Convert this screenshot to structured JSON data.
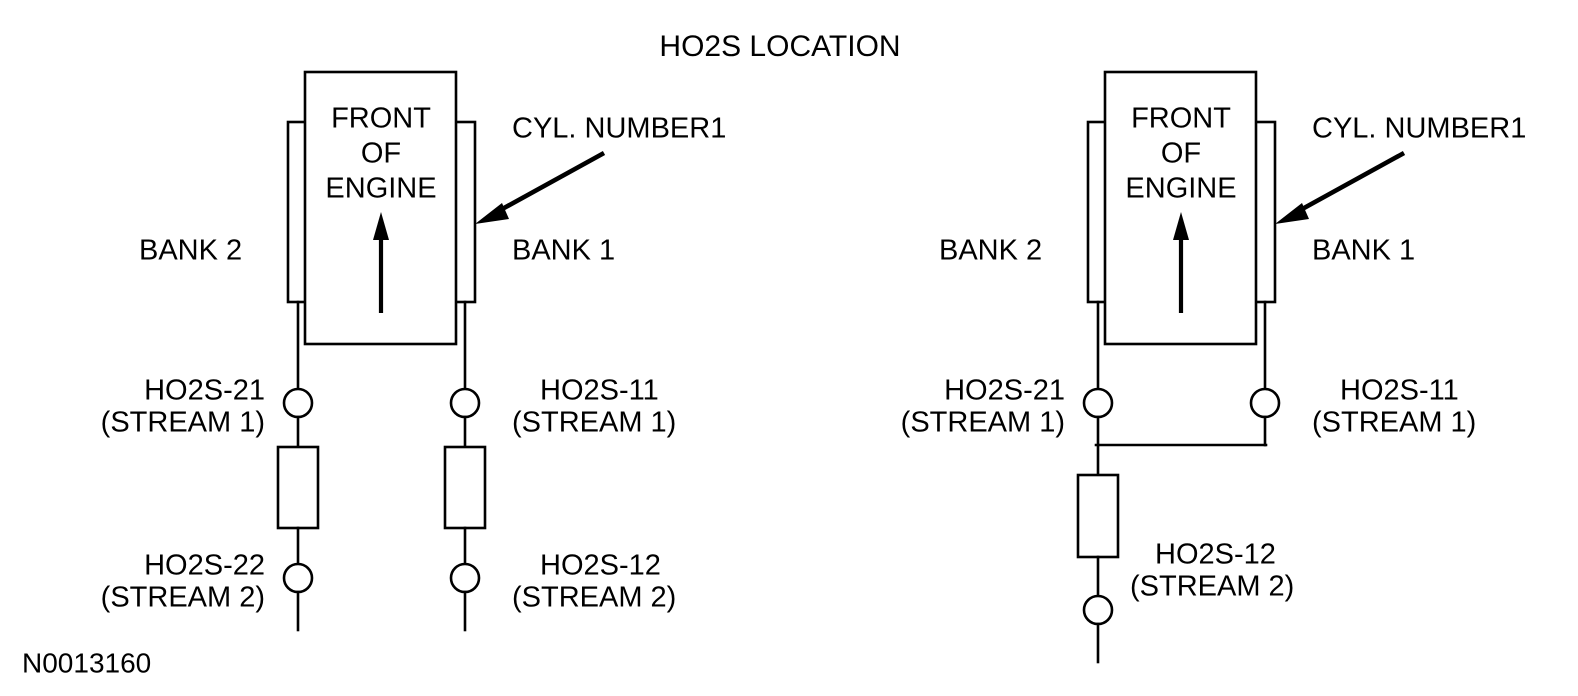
{
  "figure": {
    "title": "HO2S LOCATION",
    "figure_id": "N0013160"
  },
  "diagrams": [
    {
      "id": "dual-converter",
      "engine_block": {
        "line1": "FRONT",
        "line2": "OF",
        "line3": "ENGINE",
        "direction_arrow": "up-arrow-icon"
      },
      "callout": {
        "label": "CYL. NUMBER1",
        "pointer": "arrow-pointer-icon"
      },
      "banks": {
        "left_label": "BANK 2",
        "right_label": "BANK 1"
      },
      "sensors": [
        {
          "position": "bank2-upstream",
          "name": "HO2S-21",
          "stream": "(STREAM 1)"
        },
        {
          "position": "bank2-downstream",
          "name": "HO2S-22",
          "stream": "(STREAM 2)"
        },
        {
          "position": "bank1-upstream",
          "name": "HO2S-11",
          "stream": "(STREAM 1)"
        },
        {
          "position": "bank1-downstream",
          "name": "HO2S-12",
          "stream": "(STREAM 2)"
        }
      ],
      "converter_count": 2
    },
    {
      "id": "single-converter",
      "engine_block": {
        "line1": "FRONT",
        "line2": "OF",
        "line3": "ENGINE",
        "direction_arrow": "up-arrow-icon"
      },
      "callout": {
        "label": "CYL. NUMBER1",
        "pointer": "arrow-pointer-icon"
      },
      "banks": {
        "left_label": "BANK 2",
        "right_label": "BANK 1"
      },
      "sensors": [
        {
          "position": "bank2-upstream",
          "name": "HO2S-21",
          "stream": "(STREAM 1)"
        },
        {
          "position": "bank1-upstream",
          "name": "HO2S-11",
          "stream": "(STREAM 1)"
        },
        {
          "position": "merged-downstream",
          "name": "HO2S-12",
          "stream": "(STREAM 2)"
        }
      ],
      "converter_count": 1
    }
  ],
  "colors": {
    "stroke": "#000000",
    "background": "#ffffff"
  }
}
